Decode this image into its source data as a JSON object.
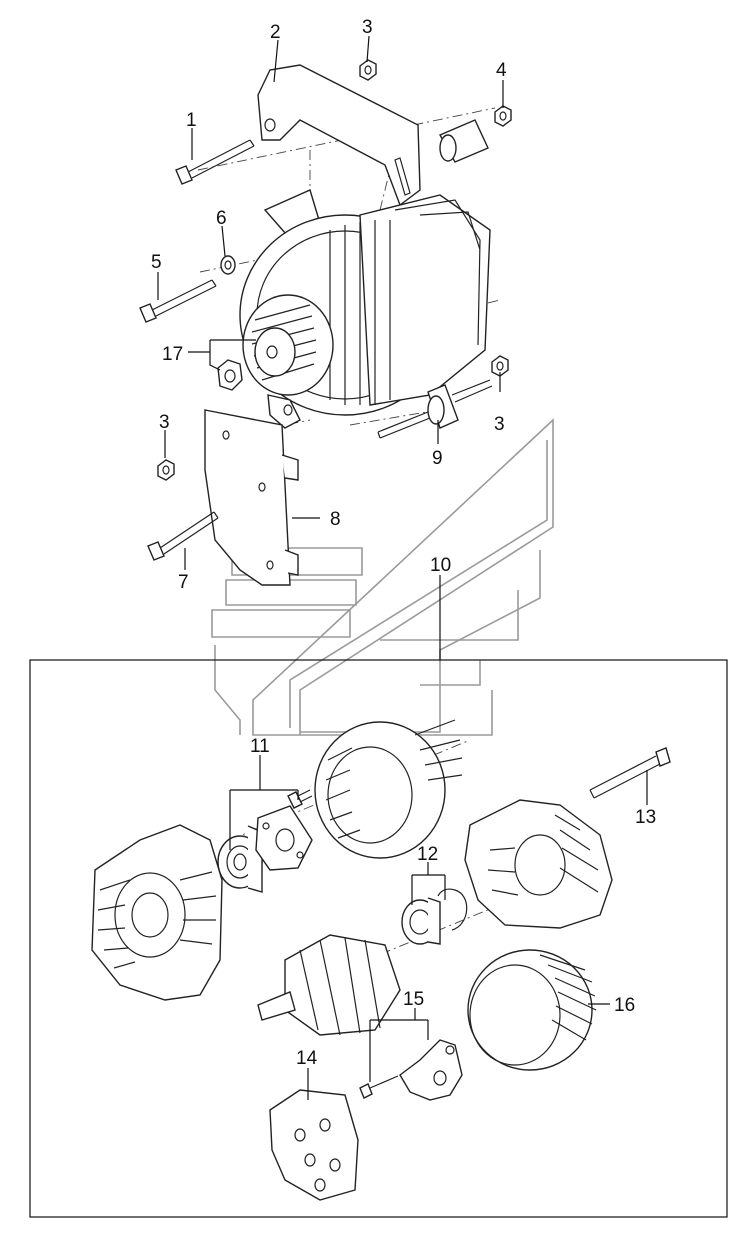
{
  "diagram": {
    "title": "",
    "callouts": [
      {
        "id": "1",
        "text": "1"
      },
      {
        "id": "2",
        "text": "2"
      },
      {
        "id": "3a",
        "text": "3"
      },
      {
        "id": "4",
        "text": "4"
      },
      {
        "id": "6",
        "text": "6"
      },
      {
        "id": "5",
        "text": "5"
      },
      {
        "id": "17",
        "text": "17"
      },
      {
        "id": "3b",
        "text": "3"
      },
      {
        "id": "9",
        "text": "9"
      },
      {
        "id": "3c",
        "text": "3"
      },
      {
        "id": "8",
        "text": "8"
      },
      {
        "id": "7",
        "text": "7"
      },
      {
        "id": "10",
        "text": "10"
      },
      {
        "id": "11",
        "text": "11"
      },
      {
        "id": "13",
        "text": "13"
      },
      {
        "id": "12",
        "text": "12"
      },
      {
        "id": "15",
        "text": "15"
      },
      {
        "id": "16",
        "text": "16"
      },
      {
        "id": "14",
        "text": "14"
      }
    ]
  },
  "colors": {
    "line": "#111111",
    "watermark": "#9a9a9a",
    "background": "#ffffff"
  }
}
